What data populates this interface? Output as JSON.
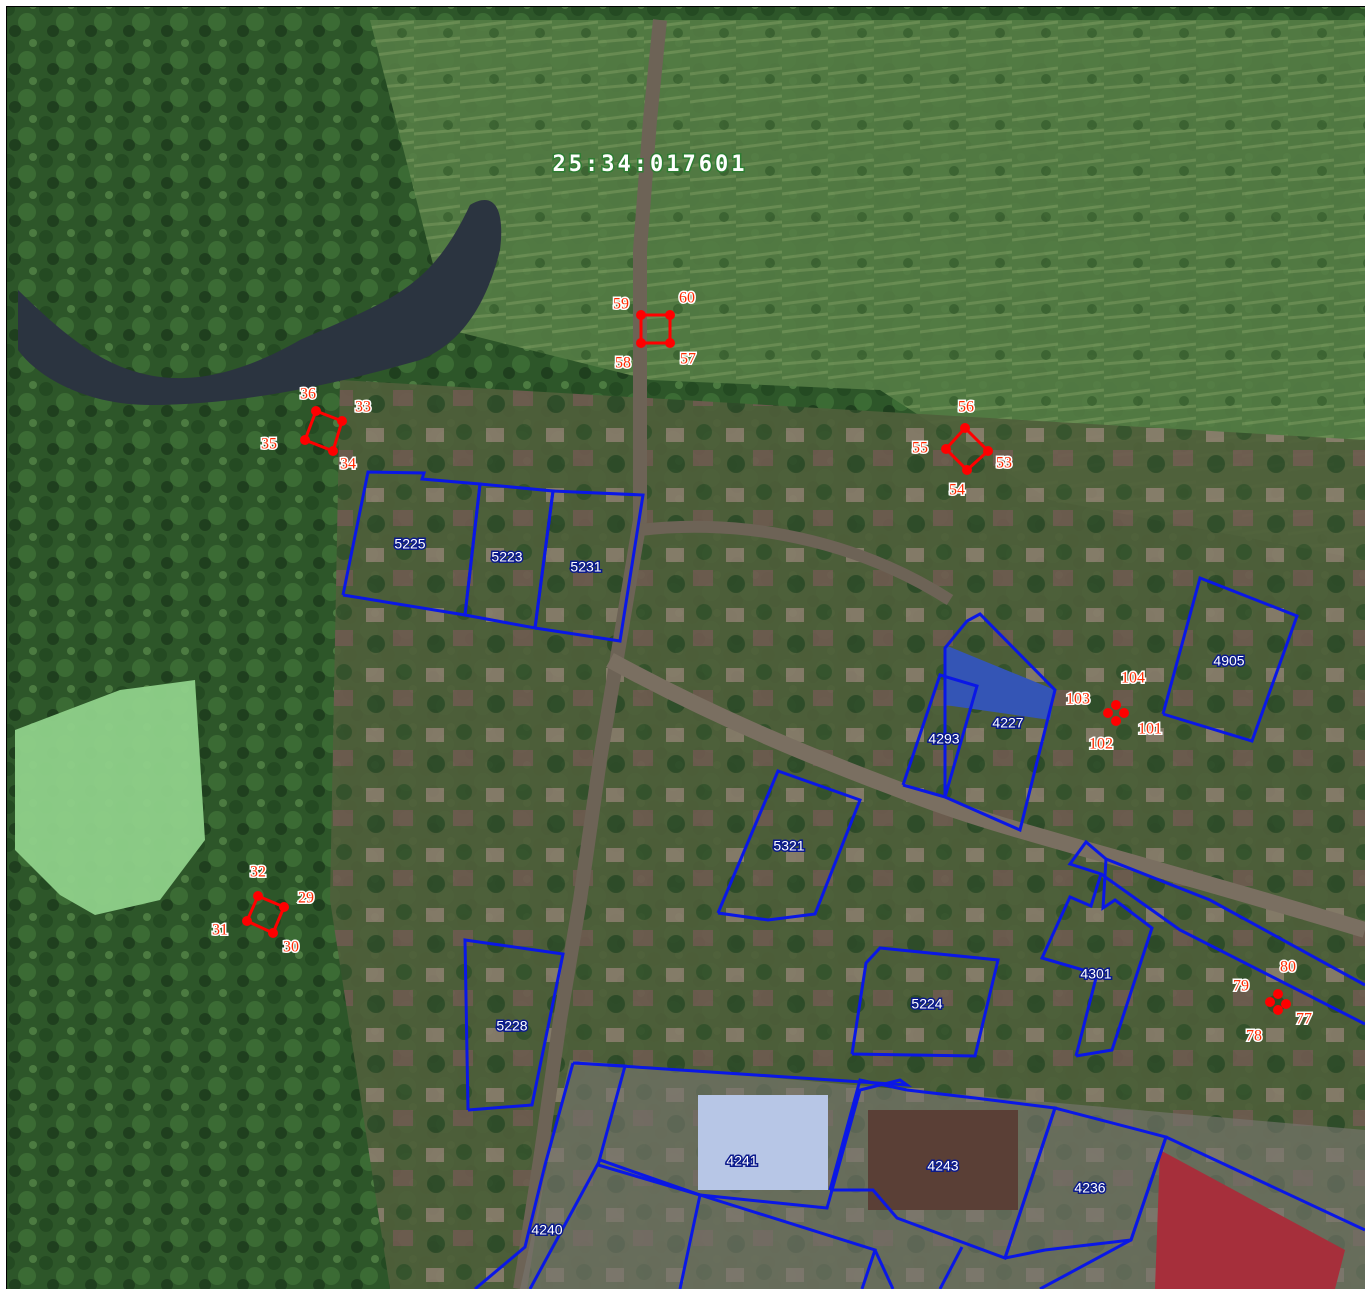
{
  "map": {
    "quarter_label": "25:34:017601",
    "colors": {
      "parcel_boundary": "#0a17e6",
      "marker": "#ff0000",
      "vegetation": "#2f5a2a",
      "water": "#2b3440",
      "pond_algae": "#8fd18a",
      "road": "#6d6356"
    },
    "parcels": [
      {
        "id": "5225",
        "label": "5225"
      },
      {
        "id": "5223",
        "label": "5223"
      },
      {
        "id": "5231",
        "label": "5231"
      },
      {
        "id": "4905",
        "label": "4905"
      },
      {
        "id": "4293",
        "label": "4293"
      },
      {
        "id": "4227",
        "label": "4227"
      },
      {
        "id": "5321",
        "label": "5321"
      },
      {
        "id": "5228",
        "label": "5228"
      },
      {
        "id": "5224",
        "label": "5224"
      },
      {
        "id": "4301",
        "label": "4301"
      },
      {
        "id": "4241",
        "label": "4241"
      },
      {
        "id": "4243",
        "label": "4243"
      },
      {
        "id": "4236",
        "label": "4236"
      },
      {
        "id": "4240",
        "label": "4240"
      }
    ],
    "markers": [
      {
        "id": "m1",
        "shape": "square",
        "points": [
          "59",
          "60",
          "58",
          "57"
        ]
      },
      {
        "id": "m2",
        "shape": "diamond",
        "points": [
          "36",
          "33",
          "35",
          "34"
        ]
      },
      {
        "id": "m3",
        "shape": "diamond",
        "points": [
          "56",
          "55",
          "53",
          "54"
        ]
      },
      {
        "id": "m4",
        "shape": "cross",
        "points": [
          "104",
          "103",
          "101",
          "102"
        ]
      },
      {
        "id": "m5",
        "shape": "diamond",
        "points": [
          "32",
          "29",
          "31",
          "30"
        ]
      },
      {
        "id": "m6",
        "shape": "cross",
        "points": [
          "80",
          "79",
          "77",
          "78"
        ]
      }
    ]
  }
}
